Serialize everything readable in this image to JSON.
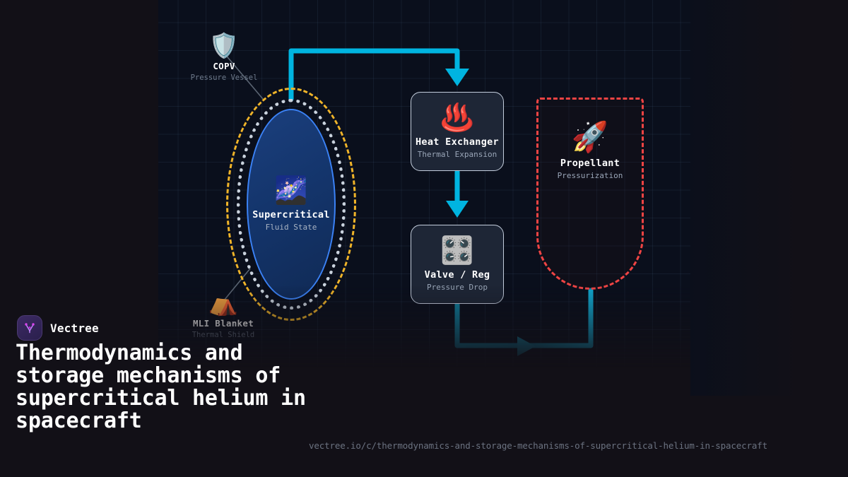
{
  "brand": {
    "name": "Vectree",
    "logo_icon": "vectree-logo-icon",
    "logo_color": "#a855f7"
  },
  "page_title": "Thermodynamics and storage mechanisms of supercritical helium in spacecraft",
  "footer_url": "vectree.io/c/thermodynamics-and-storage-mechanisms-of-supercritical-helium-in-spacecraft",
  "diagram": {
    "background": "#0a0f1c",
    "grid": true,
    "nodes": [
      {
        "id": "supercritical",
        "title": "Supercritical",
        "subtitle": "Fluid State",
        "emoji": "🌌",
        "icon_name": "milky-way-icon",
        "shape": "pill-tank",
        "ring_colors": [
          "#f0b429",
          "#c9d2dd",
          "#3b82f6"
        ]
      },
      {
        "id": "heat-exchanger",
        "title": "Heat Exchanger",
        "subtitle": "Thermal Expansion",
        "emoji": "♨️",
        "icon_name": "hot-springs-icon",
        "shape": "rounded-card"
      },
      {
        "id": "valve-reg",
        "title": "Valve / Reg",
        "subtitle": "Pressure Drop",
        "emoji": "🎛️",
        "icon_name": "control-knobs-icon",
        "shape": "rounded-card"
      },
      {
        "id": "propellant",
        "title": "Propellant",
        "subtitle": "Pressurization",
        "emoji": "🚀",
        "icon_name": "rocket-icon",
        "shape": "dashed-tank",
        "border_color": "#ef4444"
      }
    ],
    "annotations": [
      {
        "id": "copv",
        "title": "COPV",
        "subtitle": "Pressure Vessel",
        "emoji": "🛡️",
        "icon_name": "shield-icon"
      },
      {
        "id": "mli-blanket",
        "title": "MLI Blanket",
        "subtitle": "Thermal Shield",
        "emoji": "⛺",
        "icon_name": "tent-icon"
      }
    ],
    "edges": [
      {
        "id": "tank-to-heat",
        "from": "supercritical",
        "to": "heat-exchanger",
        "color": "#00b4e0",
        "arrow": "down"
      },
      {
        "id": "heat-to-valve",
        "from": "heat-exchanger",
        "to": "valve-reg",
        "color": "#00b4e0",
        "arrow": "down"
      },
      {
        "id": "valve-to-propellant",
        "from": "valve-reg",
        "to": "propellant",
        "color": "#0e7490",
        "arrow": "right"
      }
    ]
  }
}
